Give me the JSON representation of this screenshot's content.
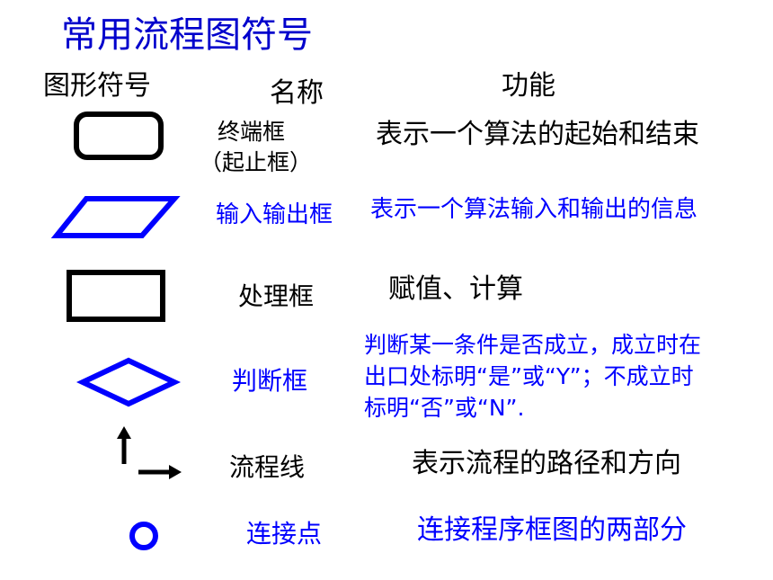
{
  "title": "常用流程图符号",
  "headers": {
    "symbol": "图形符号",
    "name": "名称",
    "function": "功能"
  },
  "colors": {
    "title": "#0000cc",
    "blue": "#0000ff",
    "black": "#000000"
  },
  "rows": [
    {
      "icon": "rounded-rectangle-icon",
      "name_line1": "终端框",
      "name_line2": "（起止框）",
      "function": "表示一个算法的起始和结束"
    },
    {
      "icon": "parallelogram-icon",
      "name": "输入输出框",
      "function": "表示一个算法输入和输出的信息"
    },
    {
      "icon": "rectangle-icon",
      "name": "处理框",
      "function": "赋值、计算"
    },
    {
      "icon": "diamond-icon",
      "name": "判断框",
      "function_line1": "判断某一条件是否成立，成立时在",
      "function_line2": "出口处标明“是”或“Y”；不成立时",
      "function_line3": "标明“否”或“N”."
    },
    {
      "icon": "flow-arrow-icon",
      "name": "流程线",
      "function": "表示流程的路径和方向"
    },
    {
      "icon": "circle-icon",
      "name": "连接点",
      "function": "连接程序框图的两部分"
    }
  ]
}
